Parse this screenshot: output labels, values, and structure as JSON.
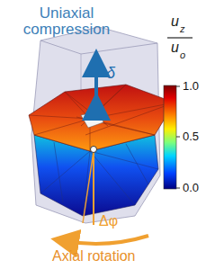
{
  "diagram": {
    "labels": [
      "Uniaxial compression",
      "δ",
      "u",
      "z",
      "u",
      "o",
      "1.0",
      "0.5",
      "0.0",
      "Δφ",
      "Axial rotation"
    ]
  }
}
